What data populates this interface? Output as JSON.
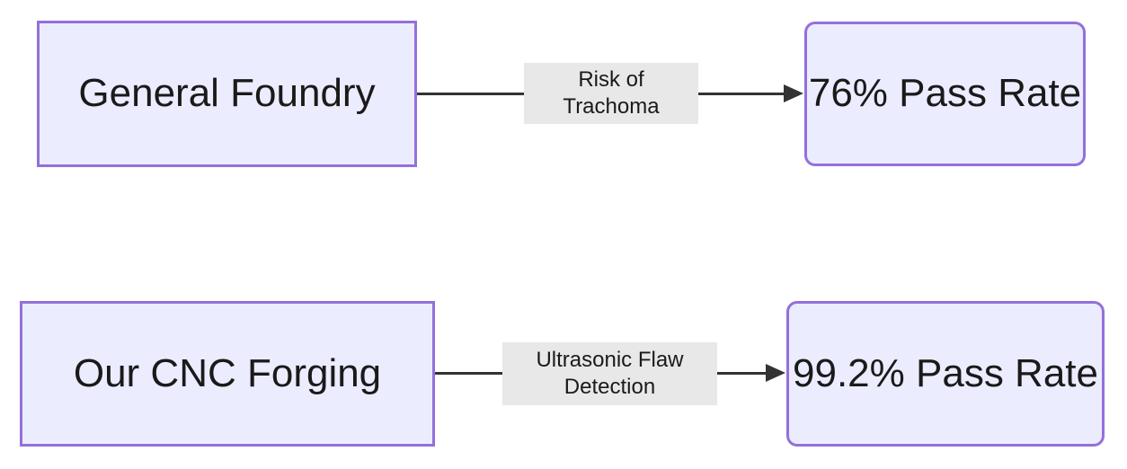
{
  "diagram": {
    "type": "flowchart",
    "direction": "left-to-right",
    "colors": {
      "background": "#ffffff",
      "node_fill": "#ECECFF",
      "node_border": "#9370DB",
      "edge_line": "#333333",
      "edge_label_bg": "#e8e8e8",
      "text": "#1a1a1a"
    },
    "rows": [
      {
        "source": {
          "label": "General Foundry",
          "shape": "rectangle"
        },
        "edge_label": "Risk of Trachoma",
        "target": {
          "label": "76% Pass Rate",
          "shape": "rounded-rectangle"
        }
      },
      {
        "source": {
          "label": "Our CNC Forging",
          "shape": "rectangle"
        },
        "edge_label": "Ultrasonic Flaw Detection",
        "target": {
          "label": "99.2% Pass Rate",
          "shape": "rounded-rectangle"
        }
      }
    ]
  }
}
